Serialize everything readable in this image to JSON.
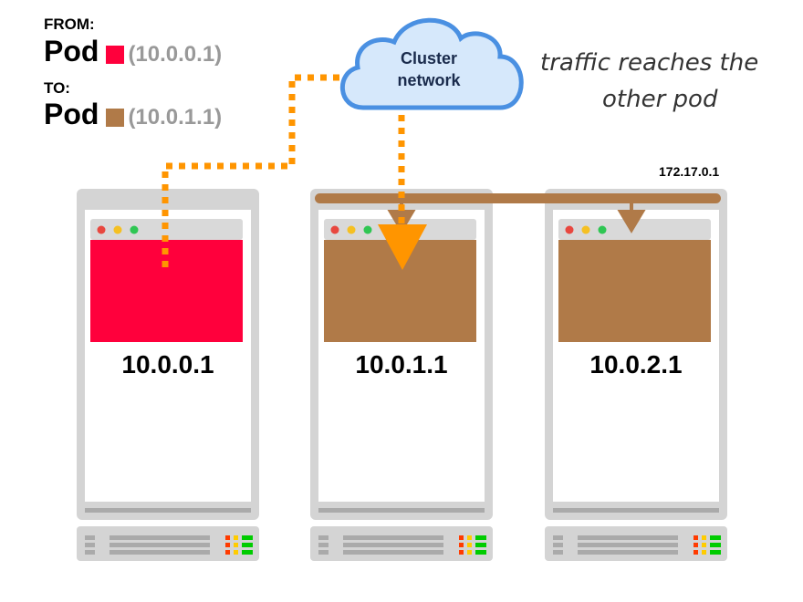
{
  "legend": {
    "from_label": "FROM:",
    "to_label": "TO:",
    "from_pod": "Pod",
    "from_ip": "(10.0.0.1)",
    "to_pod": "Pod",
    "to_ip": "(10.0.1.1)"
  },
  "cloud": {
    "line1": "Cluster",
    "line2": "network"
  },
  "annotation": {
    "line1": "traffic reaches the",
    "line2": "other pod"
  },
  "bridge_ip": "172.17.0.1",
  "servers": [
    {
      "ip": "10.0.0.1",
      "color": "#ff003c"
    },
    {
      "ip": "10.0.1.1",
      "color": "#b07a48"
    },
    {
      "ip": "10.0.2.1",
      "color": "#b07a48"
    }
  ],
  "colors": {
    "traffic": "#ff9500",
    "bridge": "#b07a48",
    "cloud_stroke": "#4a90e2",
    "cloud_fill": "#d6e8fb"
  }
}
